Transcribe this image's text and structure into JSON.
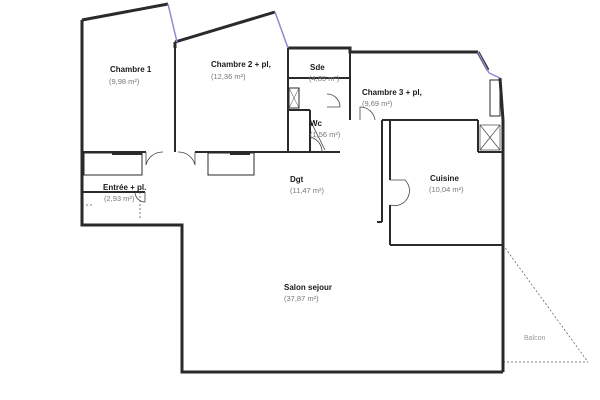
{
  "rooms": [
    {
      "id": "chambre-1",
      "name": "Chambre 1",
      "area": "(9,98 m²)"
    },
    {
      "id": "chambre-2",
      "name": "Chambre 2 + pl,",
      "area": "(12,36 m²)"
    },
    {
      "id": "sde",
      "name": "Sde",
      "area": "(4,85 m²)"
    },
    {
      "id": "chambre-3",
      "name": "Chambre 3 + pl,",
      "area": "(9,69 m²)"
    },
    {
      "id": "wc",
      "name": "Wc",
      "area": "(1,56 m²)"
    },
    {
      "id": "entree",
      "name": "Entrée + pl.",
      "area": "(2,93 m²)"
    },
    {
      "id": "dgt",
      "name": "Dgt",
      "area": "(11,47 m²)"
    },
    {
      "id": "cuisine",
      "name": "Cuisine",
      "area": "(10,04 m²)"
    },
    {
      "id": "salon",
      "name": "Salon sejour",
      "area": "(37,87 m²)"
    }
  ],
  "balcony": {
    "label": "Balcon"
  },
  "colors": {
    "wall": "#2a2a2a",
    "window": "#8b8bd0",
    "door": "#444444"
  }
}
